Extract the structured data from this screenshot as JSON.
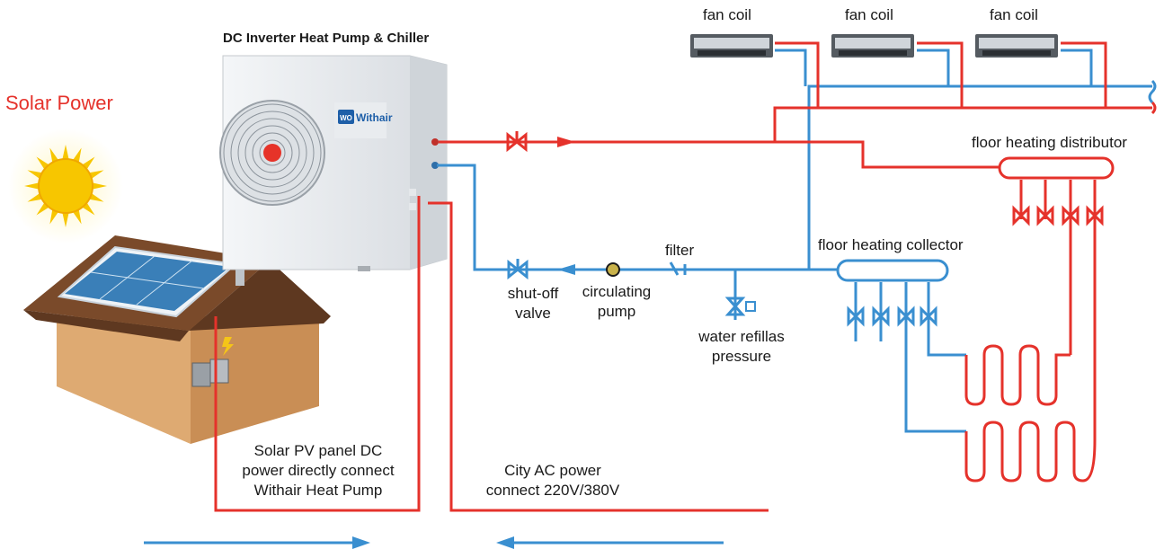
{
  "labels": {
    "solar_power": "Solar Power",
    "heat_pump_title": "DC Inverter Heat Pump & Chiller",
    "brand": "Withair",
    "brand_logo": "WO",
    "fan_coil_1": "fan coil",
    "fan_coil_2": "fan coil",
    "fan_coil_3": "fan coil",
    "floor_heating_distributor": "floor heating distributor",
    "floor_heating_collector": "floor heating collector",
    "filter": "filter",
    "shutoff_valve_line1": "shut-off",
    "shutoff_valve_line2": "valve",
    "circulating_pump_line1": "circulating",
    "circulating_pump_line2": "pump",
    "water_refill_line1": "water refillas",
    "water_refill_line2": "pressure",
    "solar_pv_line1": "Solar PV panel DC",
    "solar_pv_line2": "power directly connect",
    "solar_pv_line3": "Withair Heat Pump",
    "city_ac_line1": "City AC power",
    "city_ac_line2": "connect 220V/380V"
  },
  "colors": {
    "supply_pipe": "#e5322b",
    "return_pipe": "#3a8fd0",
    "solar_title": "#e5322b",
    "sun": "#f7c600",
    "roof": "#7a4a2a",
    "house_wall": "#d9a36a",
    "panel": "#3a7fb8",
    "unit_body": "#e9ecef"
  },
  "icons": [
    "sun-icon",
    "solar-panel-icon",
    "house-icon",
    "heat-pump-unit-icon",
    "fan-coil-icon",
    "valve-icon",
    "pump-icon",
    "filter-icon",
    "lightning-icon",
    "arrow-icon"
  ]
}
